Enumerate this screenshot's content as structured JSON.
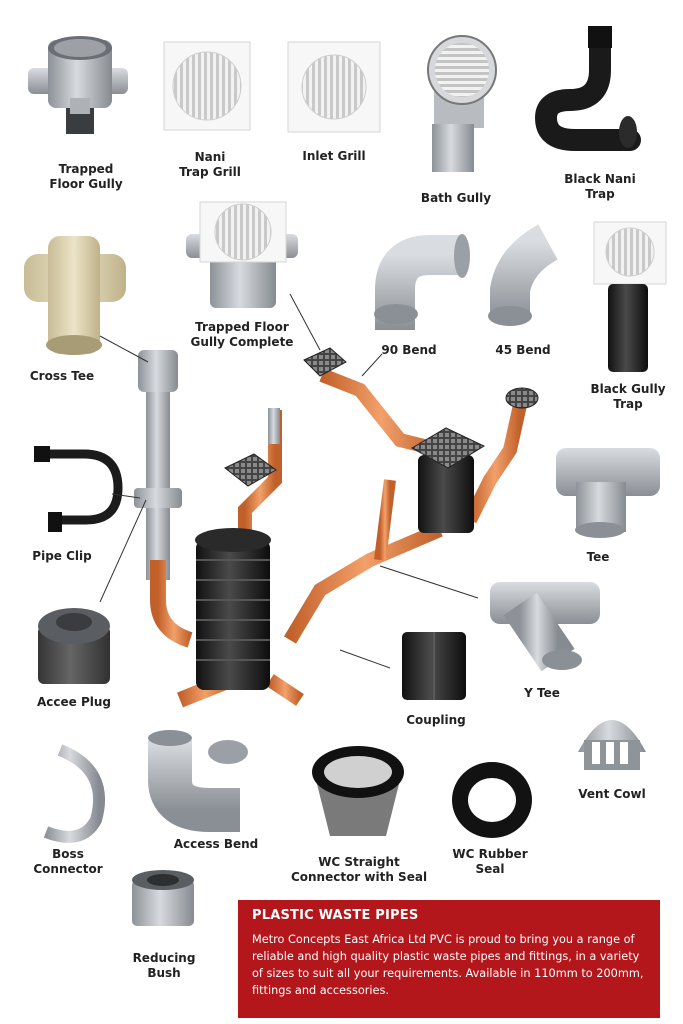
{
  "labels": {
    "trapped_floor_gully": "Trapped\nFloor Gully",
    "nani_trap_grill": "Nani\nTrap Grill",
    "inlet_grill": "Inlet Grill",
    "bath_gully": "Bath Gully",
    "black_nani_trap": "Black Nani\nTrap",
    "cross_tee": "Cross Tee",
    "trapped_floor_gully_complete": "Trapped Floor\nGully Complete",
    "bend_90": "90 Bend",
    "bend_45": "45 Bend",
    "black_gully_trap": "Black Gully\nTrap",
    "pipe_clip": "Pipe Clip",
    "tee": "Tee",
    "accee_plug": "Accee Plug",
    "y_tee": "Y Tee",
    "coupling": "Coupling",
    "vent_cowl": "Vent Cowl",
    "boss_connector": "Boss\nConnector",
    "access_bend": "Access Bend",
    "wc_straight_connector": "WC Straight\nConnector with Seal",
    "wc_rubber_seal": "WC Rubber\nSeal",
    "reducing_bush": "Reducing\nBush"
  },
  "info": {
    "title": "PLASTIC WASTE PIPES",
    "body": "Metro Concepts East Africa Ltd PVC is proud to bring you a range of reliable and high quality plastic waste pipes and fittings, in a variety of sizes to suit all your requirements. Available in 110mm to 200mm, fittings and accessories."
  },
  "colors": {
    "grey_pvc": "#a9adb2",
    "black_pvc": "#1e1e1e",
    "orange_pipe": "#e07a3a",
    "panel_red": "#b3161b",
    "grill_white": "#f2f2f2"
  }
}
